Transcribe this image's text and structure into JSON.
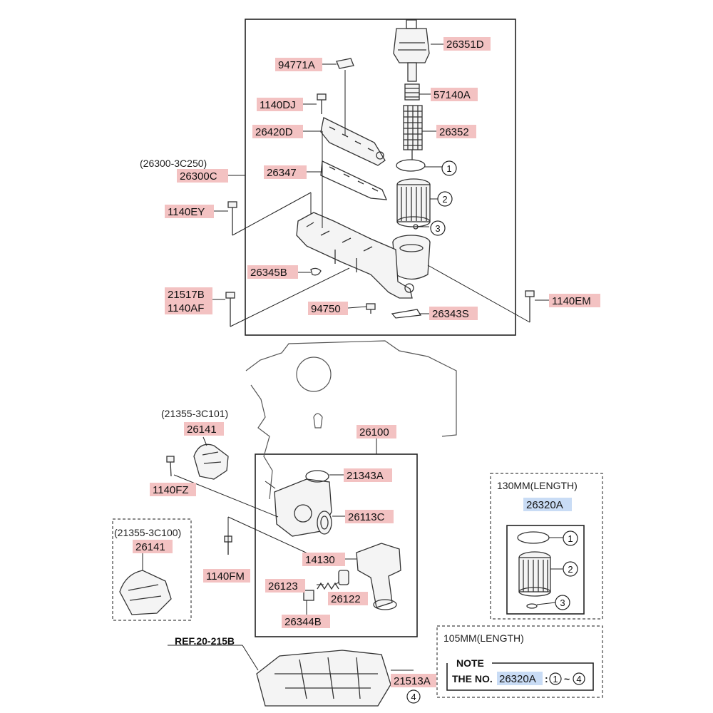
{
  "labels": {
    "p94771A": "94771A",
    "p26351D": "26351D",
    "p57140A": "57140A",
    "p1140DJ": "1140DJ",
    "p26420D": "26420D",
    "p26352": "26352",
    "p26347": "26347",
    "p26300C": "26300C",
    "p1140EY": "1140EY",
    "p26345B": "26345B",
    "p21517B": "21517B",
    "p1140AF": "1140AF",
    "p94750": "94750",
    "p26343S": "26343S",
    "p1140EM": "1140EM",
    "p26141a": "26141",
    "p26100": "26100",
    "p21343A": "21343A",
    "p1140FZ": "1140FZ",
    "p26113C": "26113C",
    "p26141b": "26141",
    "p14130": "14130",
    "p1140FM": "1140FM",
    "p26123": "26123",
    "p26122": "26122",
    "p26344B": "26344B",
    "p21513A": "21513A",
    "p26320A": "26320A",
    "note_part": "26320A"
  },
  "plain_text": {
    "ref_26300": "(26300-3C250)",
    "ref_21355_101": "(21355-3C101)",
    "ref_21355_100": "(21355-3C100)",
    "len130": "130MM(LENGTH)",
    "len105": "105MM(LENGTH)",
    "ref_pan": "REF.20-215B",
    "note_title": "NOTE",
    "note_prefix": "THE NO.",
    "note_sep": ":",
    "note_range": "~"
  },
  "callouts": {
    "c1": "1",
    "c2": "2",
    "c3": "3",
    "c4": "4",
    "k1": "1",
    "k2": "2",
    "k3": "3",
    "n1": "1",
    "n4": "4"
  },
  "colors": {
    "label_bg": "#f3c2c2",
    "highlight_bg": "#c9dcf5"
  }
}
